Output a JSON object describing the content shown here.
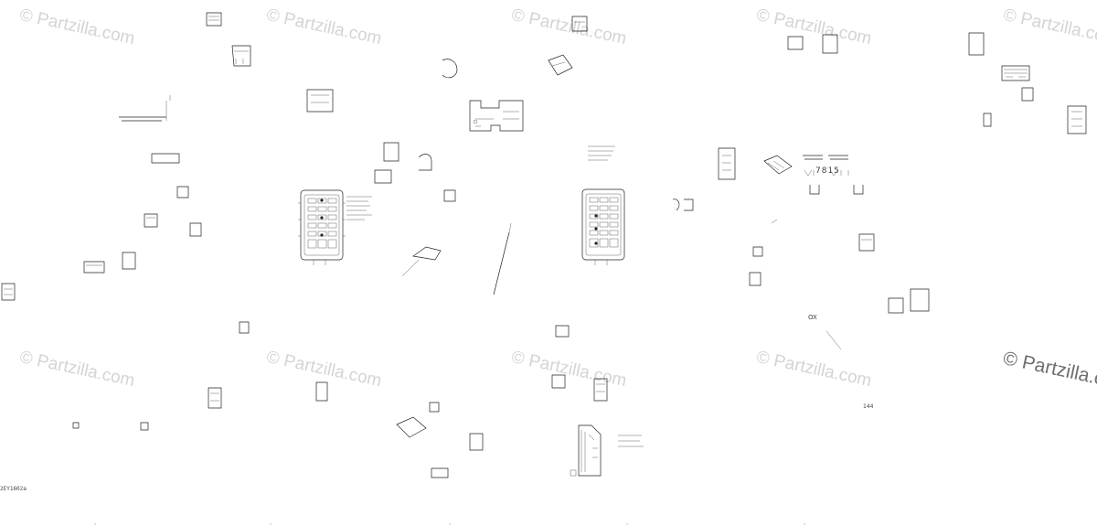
{
  "watermarks": {
    "text": "© Partzilla.com",
    "large_text": "© Partzilla.co"
  },
  "figure_id": "2EY1602a",
  "labels": {
    "ox": "OX",
    "code_144": "144",
    "code_7815": "7815"
  }
}
